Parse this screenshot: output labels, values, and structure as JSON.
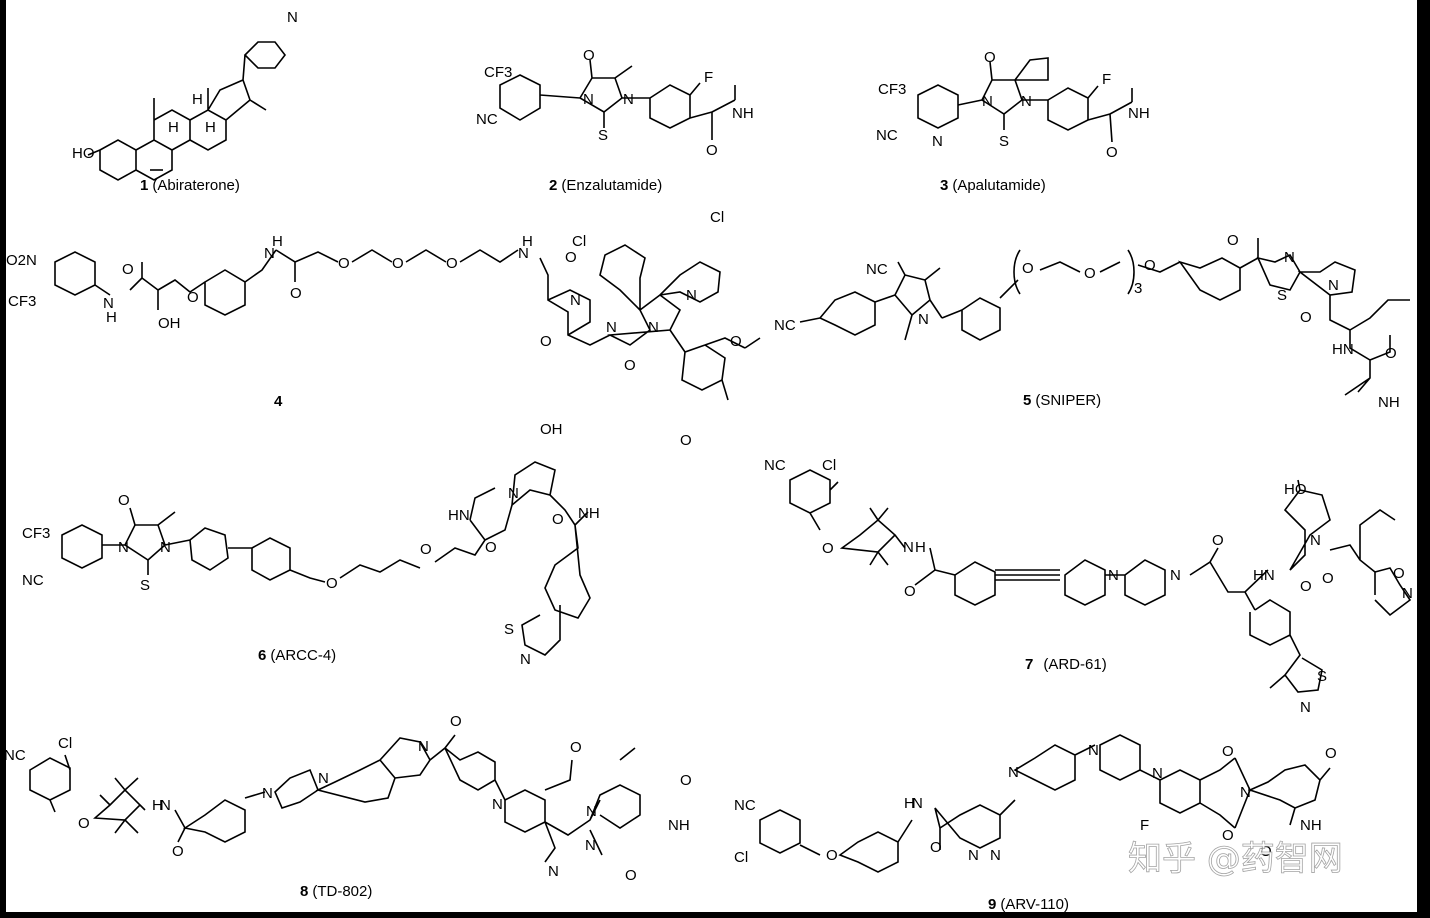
{
  "compounds": [
    {
      "number": "1",
      "name": "(Abiraterone)",
      "atoms": [
        "HO",
        "H",
        "H",
        "H",
        "N"
      ]
    },
    {
      "number": "2",
      "name": "(Enzalutamide)",
      "atoms": [
        "CF3",
        "NC",
        "O",
        "N",
        "N",
        "S",
        "F",
        "NH",
        "O"
      ]
    },
    {
      "number": "3",
      "name": "(Apalutamide)",
      "atoms": [
        "CF3",
        "NC",
        "N",
        "O",
        "N",
        "N",
        "S",
        "F",
        "NH",
        "O"
      ]
    },
    {
      "number": "4",
      "name": "",
      "atoms": [
        "O2N",
        "CF3",
        "N",
        "H",
        "O",
        "OH",
        "O",
        "N",
        "H",
        "O",
        "O",
        "O",
        "O",
        "N",
        "H",
        "O",
        "N",
        "O",
        "N",
        "O",
        "N",
        "N",
        "Cl",
        "Cl",
        "O",
        "O"
      ]
    },
    {
      "number": "5",
      "name": "(SNIPER)",
      "atoms": [
        "NC",
        "NC",
        "N",
        "O",
        "O",
        "3",
        "O",
        "O",
        "N",
        "S",
        "N",
        "O",
        "HN",
        "O",
        "NH"
      ]
    },
    {
      "number": "6",
      "name": "(ARCC-4)",
      "atoms": [
        "CF3",
        "NC",
        "O",
        "N",
        "N",
        "S",
        "O",
        "O",
        "HN",
        "O",
        "N",
        "OH",
        "O",
        "NH",
        "S",
        "N"
      ]
    },
    {
      "number": "7",
      "name": "(ARD-61)",
      "atoms": [
        "NC",
        "Cl",
        "O",
        "N",
        "H",
        "O",
        "N",
        "N",
        "O",
        "HN",
        "O",
        "N",
        "HO",
        "O",
        "O",
        "N",
        "S",
        "N"
      ]
    },
    {
      "number": "8",
      "name": "(TD-802)",
      "atoms": [
        "NC",
        "Cl",
        "O",
        "H",
        "N",
        "O",
        "N",
        "N",
        "N",
        "O",
        "N",
        "O",
        "N",
        "N",
        "N",
        "O",
        "NH",
        "O"
      ]
    },
    {
      "number": "9",
      "name": "(ARV-110)",
      "atoms": [
        "NC",
        "Cl",
        "O",
        "H",
        "N",
        "O",
        "N",
        "N",
        "N",
        "N",
        "N",
        "O",
        "F",
        "N",
        "O",
        "O",
        "NH",
        "O"
      ]
    }
  ],
  "watermark": "知乎 @药智网"
}
